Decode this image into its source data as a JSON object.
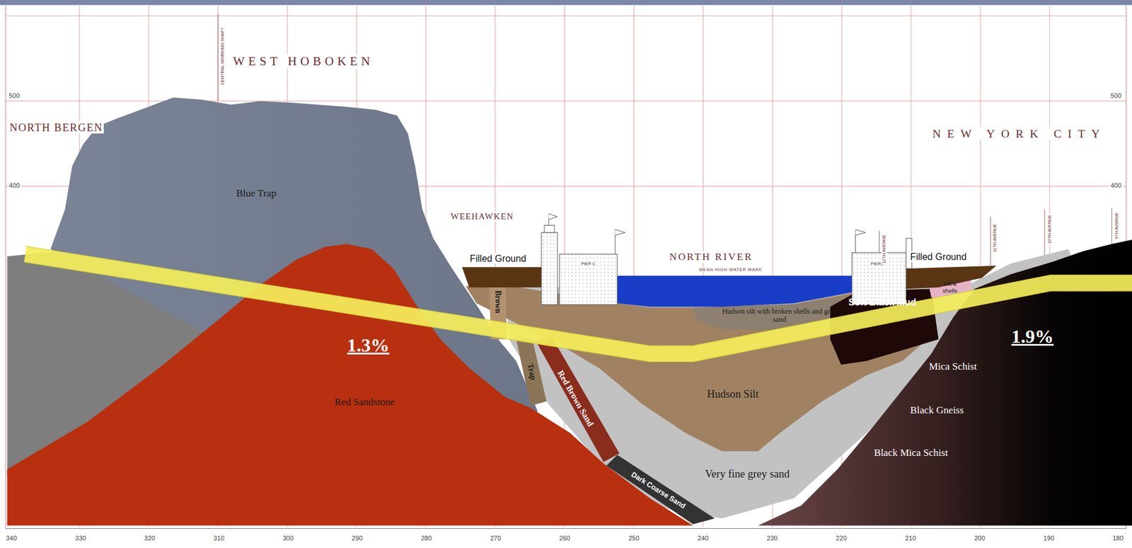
{
  "diagram": {
    "labels": [
      "WEST HOBOKEN",
      "NORTH BERGEN",
      "NEW YORK CITY",
      "WEEHAWKEN",
      "NORTH RIVER",
      "MEAN HIGH WATER MARK",
      "PIER C",
      "PIERS",
      "CENTRAL WORKING SHAFT",
      "12TH AVENUE",
      "11TH AVENUE",
      "10TH AVENUE",
      "9TH AVENUE",
      "Filled Ground",
      "Filled Ground",
      "Blue Trap",
      "Red Sandstone",
      "Hudson silt with broken shells and grey sand",
      "Soft Black Mud",
      "Silt & shells",
      "1.3%",
      "1.9%",
      "Brown",
      "Trap",
      "Red Brown Sand",
      "Dark Coarse Sand",
      "Hudson Silt",
      "Very fine grey sand",
      "Mica Schist",
      "Black Gneiss",
      "Black Mica Schist",
      "500",
      "400",
      "500",
      "400",
      "340",
      "330",
      "320",
      "310",
      "300",
      "290",
      "280",
      "270",
      "260",
      "250",
      "240",
      "230",
      "220",
      "210",
      "200",
      "190",
      "180"
    ]
  }
}
